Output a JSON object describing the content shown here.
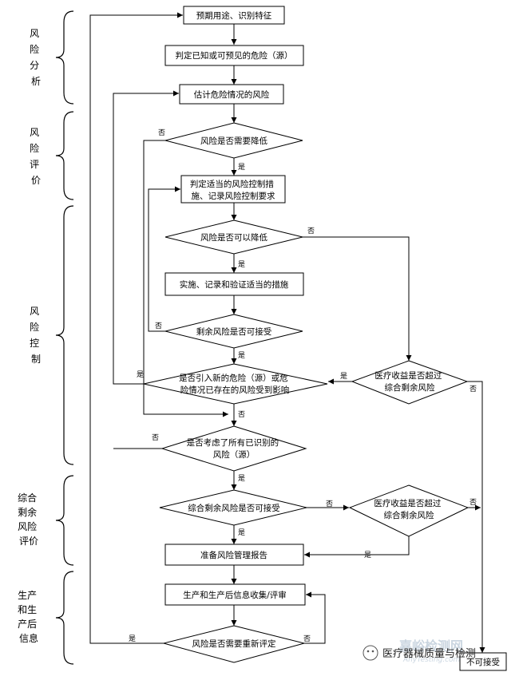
{
  "phases": [
    {
      "lines": [
        "风",
        "险",
        "分",
        "析"
      ]
    },
    {
      "lines": [
        "风",
        "险",
        "评",
        "价"
      ]
    },
    {
      "lines": [
        "风",
        "险",
        "控",
        "制"
      ]
    },
    {
      "lines": [
        "综合",
        "剩余",
        "风险",
        "评价"
      ]
    },
    {
      "lines": [
        "生产",
        "和生",
        "产后",
        "信息"
      ]
    }
  ],
  "nodes": {
    "intended_use": "预期用途、识别特征",
    "identify_hazards": "判定已知或可预见的危险（源）",
    "estimate_risk": "估计危险情况的风险",
    "need_reduce": "风险是否需要降低",
    "control_measures": [
      "判定适当的风险控制措",
      "施、记录风险控制要求"
    ],
    "can_reduce": "风险是否可以降低",
    "implement": "实施、记录和验证适当的措施",
    "residual_acceptable": "剩余风险是否可接受",
    "new_hazards": [
      "是否引入新的危险（源）或危",
      "险情况已存在的风险受到影响"
    ],
    "benefit_1": [
      "医疗收益是否超过",
      "综合剩余风险"
    ],
    "all_considered": [
      "是否考虑了所有已识别的",
      "风险（源）"
    ],
    "overall_acceptable": "综合剩余风险是否可接受",
    "benefit_2": [
      "医疗收益是否超过",
      "综合剩余风险"
    ],
    "report": "准备风险管理报告",
    "production_info": "生产和生产后信息收集/评审",
    "need_reassess": "风险是否需要重新评定",
    "not_accepted": "不可接受"
  },
  "edge_labels": {
    "yes": "是",
    "no": "否"
  },
  "watermark": {
    "brand": "嘉峪检测网",
    "account": "医疗器械质量与检测",
    "url": "AnyTesting.com"
  }
}
